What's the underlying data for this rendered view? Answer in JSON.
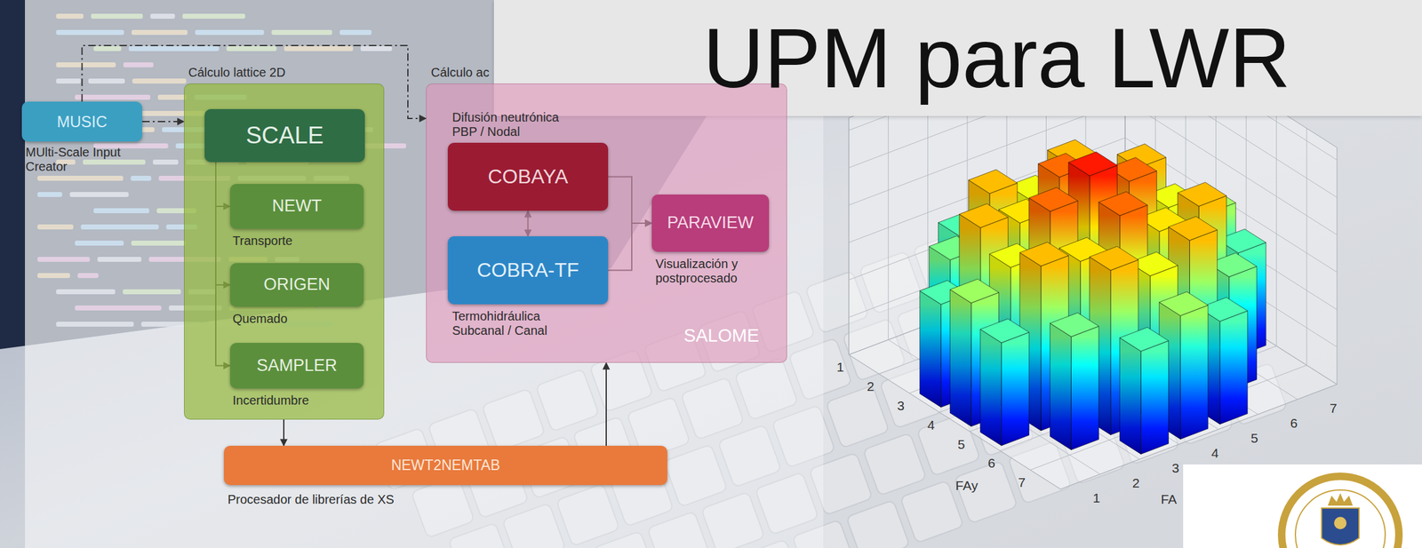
{
  "diagram": {
    "title": "UPM para LWR",
    "nodes": [
      {
        "text": [
          "MUSIC",
          "MUlti-Scale Input Creator"
        ]
      },
      {
        "text": [
          "Cálculo lattice 2D"
        ]
      },
      {
        "text": [
          "SCALE"
        ],
        "in": 1
      },
      {
        "text": [
          "NEWT",
          "Transporte"
        ],
        "in": 1
      },
      {
        "text": [
          "ORIGEN",
          "Quemado"
        ],
        "in": 1
      },
      {
        "text": [
          "SAMPLER",
          "Incertidumbre"
        ],
        "in": 1
      },
      {
        "text": [
          "Cálculo ac",
          "SALOME"
        ]
      },
      {
        "text": [
          "Difusión neutrónica PBP / Nodal",
          "COBAYA"
        ],
        "in": 6
      },
      {
        "text": [
          "COBRA-TF",
          "Termohidráulica Subcanal / Canal"
        ],
        "in": 6
      },
      {
        "text": [
          "PARAVIEW",
          "Visualización y postprocesado"
        ],
        "in": 6
      },
      {
        "text": [
          "NEWT2NEMTAB",
          "Procesador de librerías de XS"
        ]
      }
    ],
    "edges": [
      {
        "from": 0,
        "to": 1,
        "arrow": "to"
      },
      {
        "from": 0,
        "to": 6,
        "arrow": "to"
      },
      {
        "from": 2,
        "to": 3,
        "arrow": "to"
      },
      {
        "from": 2,
        "to": 4,
        "arrow": "to"
      },
      {
        "from": 2,
        "to": 5,
        "arrow": "to"
      },
      {
        "from": 1,
        "to": 10,
        "arrow": "to"
      },
      {
        "from": 10,
        "to": 6,
        "arrow": "to"
      },
      {
        "from": 7,
        "to": 8,
        "arrow": "both"
      },
      {
        "from": 7,
        "to": 9,
        "arrow": "to"
      },
      {
        "from": 8,
        "to": 9,
        "arrow": "to"
      }
    ],
    "labels": [
      "1",
      "2",
      "3",
      "4",
      "5",
      "6",
      "7",
      "FAy",
      "1",
      "2",
      "3",
      "4",
      "5",
      "6",
      "7",
      "FA"
    ]
  }
}
